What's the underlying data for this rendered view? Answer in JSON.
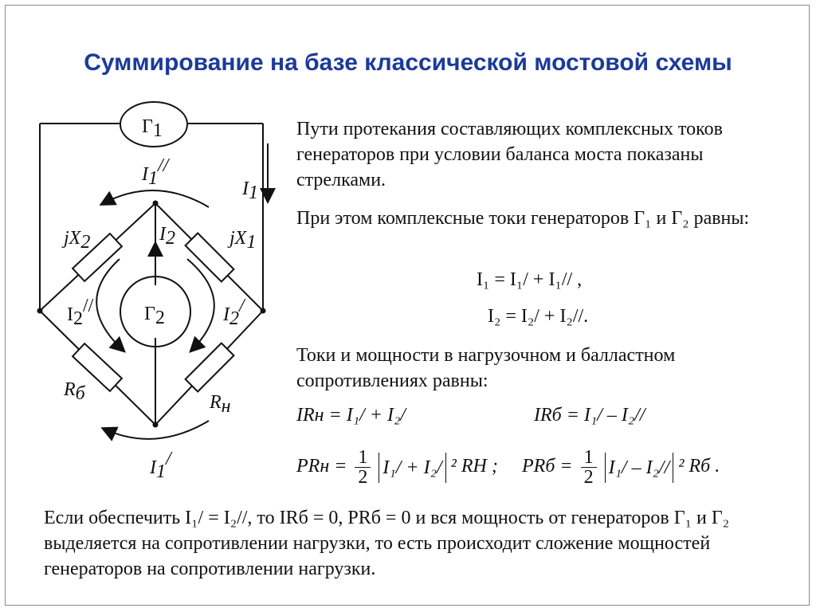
{
  "title": "Суммирование на базе классической мостовой схемы",
  "paragraphs": {
    "p1": "Пути протекания составляющих комплексных токов генераторов при условии баланса моста показаны стрелками.",
    "p2": "При этом комплексные токи генераторов Г₁ и Г₂ равны:",
    "p3": "Токи и мощности в нагрузочном и балластном сопротивлениях равны:",
    "bottom": "Если обеспечить I₁/ = I₂//, то IRб = 0, PRб = 0 и вся мощность от генераторов Г₁ и Г₂ выделяется на сопротивлении нагрузки, то есть происходит сложение мощностей генераторов на сопротивлении нагрузки."
  },
  "equations": {
    "eq1": "I₁ = I₁/ + I₁// ,",
    "eq2": "I₂ = I₂/ + I₂//.",
    "eq3": "IRн = I₁/ + I₂/",
    "eq4": "IRб = I₁/ – I₂//",
    "eq5_lhs": "PRн =",
    "eq5_num": "1",
    "eq5_den": "2",
    "eq5_abs": "I₁/ + I₂/",
    "eq5_tail": "² RН ;",
    "eq6_lhs": "PRб =",
    "eq6_num": "1",
    "eq6_den": "2",
    "eq6_abs": "I₁/ – I₂//",
    "eq6_tail": "² Rб ."
  },
  "diagram": {
    "g1": "Г",
    "g1_sub": "1",
    "g2": "Г",
    "g2_sub": "2",
    "i1dd": "I",
    "i1dd_sub": "1",
    "i1dd_sup": "//",
    "i1": "I",
    "i1_sub": "1",
    "i2": "I",
    "i2_sub": "2",
    "jx2": "jX",
    "jx2_sub": "2",
    "jx1": "jX",
    "jx1_sub": "1",
    "i2dd": "I",
    "i2dd_sub": "2",
    "i2dd_sup": "//",
    "i2d": "I",
    "i2d_sub": "2",
    "i2d_sup": "/",
    "rb": "R",
    "rb_sub": "б",
    "rn": "R",
    "rn_sub": "н",
    "i1d": "I",
    "i1d_sub": "1",
    "i1d_sup": "/"
  },
  "colors": {
    "title": "#1c3a9a",
    "text": "#111111",
    "frame": "#8a8a8a"
  }
}
